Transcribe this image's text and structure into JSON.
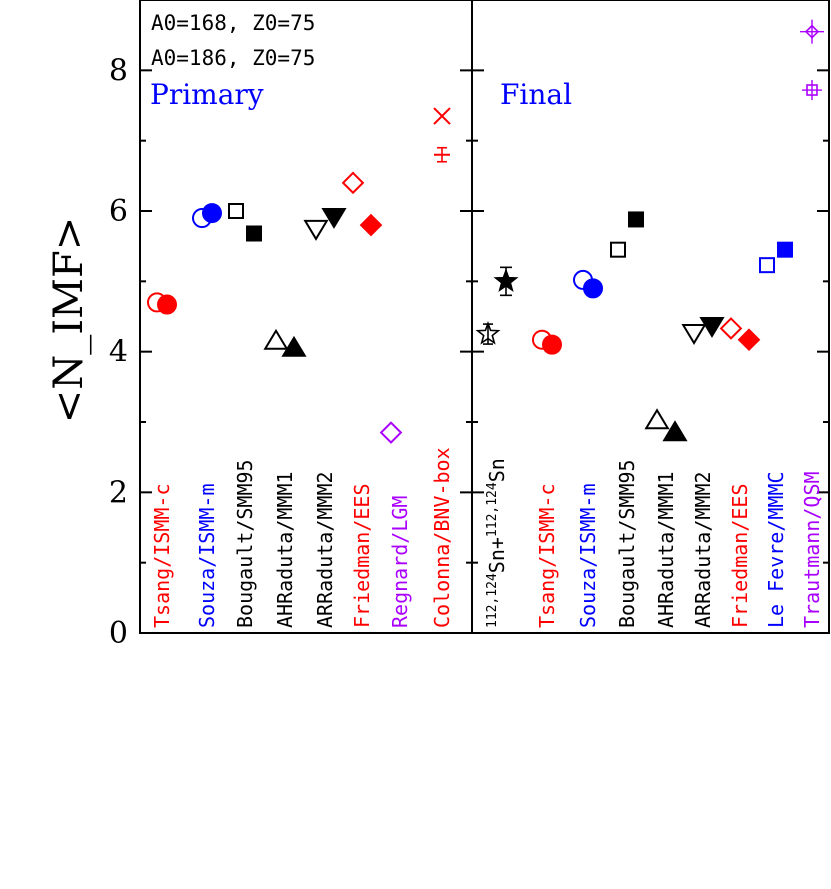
{
  "chart_data": {
    "type": "scatter",
    "ylabel": "<N_IMF>",
    "ylim": [
      0,
      9
    ],
    "yticks": [
      0,
      2,
      4,
      6,
      8
    ],
    "legend": {
      "line1": "A0=168, Z0=75",
      "line2": "A0=186, Z0=75"
    },
    "panels": [
      {
        "label": "Primary",
        "label_color": "#0000ff",
        "categories": [
          {
            "name": "Tsang/ISMM-c",
            "parts": [
              {
                "t": "Tsang/",
                "c": "#ff0000"
              },
              {
                "t": "ISMM-c",
                "c": "#ff0000"
              }
            ],
            "marker": "circle",
            "color": "#ff0000",
            "open": 4.7,
            "filled": 4.67
          },
          {
            "name": "Souza/ISMM-m",
            "parts": [
              {
                "t": "Souza/",
                "c": "#0000ff"
              },
              {
                "t": "ISMM-m",
                "c": "#0000ff"
              }
            ],
            "marker": "circle",
            "color": "#0000ff",
            "open": 5.9,
            "filled": 5.97
          },
          {
            "name": "Bougault/SMM95",
            "parts": [
              {
                "t": "Bougault/SMM95",
                "c": "#000000"
              }
            ],
            "marker": "square",
            "color": "#000000",
            "open": 6.0,
            "filled": 5.68
          },
          {
            "name": "AHRaduta/MMM1",
            "parts": [
              {
                "t": "AHRaduta/MMM1",
                "c": "#000000"
              }
            ],
            "marker": "triangle-up",
            "color": "#000000",
            "open": 4.15,
            "filled": 4.05
          },
          {
            "name": "ARRaduta/MMM2",
            "parts": [
              {
                "t": "ARRaduta/MMM2",
                "c": "#000000"
              }
            ],
            "marker": "triangle-down",
            "color": "#000000",
            "open": 5.75,
            "filled": 5.92
          },
          {
            "name": "Friedman/EES",
            "parts": [
              {
                "t": "Friedman/EES",
                "c": "#ff0000"
              }
            ],
            "marker": "diamond",
            "color": "#ff0000",
            "open": 6.4,
            "filled": 5.8
          },
          {
            "name": "Regnard/LGM",
            "parts": [
              {
                "t": "Regnard/LGM",
                "c": "#aa00ff"
              }
            ],
            "marker": "diamond",
            "color": "#aa00ff",
            "open": 2.85,
            "filled": null
          },
          {
            "name": "Colonna/BNV-box",
            "parts": [
              {
                "t": "Colonna/BNV-box",
                "c": "#ff0000"
              }
            ],
            "marker": "cross",
            "color": "#ff0000",
            "open": 6.8,
            "filled": 7.35
          }
        ]
      },
      {
        "label": "Final",
        "label_color": "#0000ff",
        "categories": [
          {
            "name": "112,124Sn+112,124Sn",
            "parts": [
              {
                "t": "Sn+Sn",
                "c": "#000000"
              }
            ],
            "marker": "star",
            "color": "#000000",
            "open": 4.25,
            "filled": 5.0
          },
          {
            "name": "Tsang/ISMM-c",
            "parts": [
              {
                "t": "Tsang/ISMM-c",
                "c": "#ff0000"
              }
            ],
            "marker": "circle",
            "color": "#ff0000",
            "open": 4.17,
            "filled": 4.1
          },
          {
            "name": "Souza/ISMM-m",
            "parts": [
              {
                "t": "Souza/ISMM-m",
                "c": "#0000ff"
              }
            ],
            "marker": "circle",
            "color": "#0000ff",
            "open": 5.02,
            "filled": 4.9
          },
          {
            "name": "Bougault/SMM95",
            "parts": [
              {
                "t": "Bougault/SMM95",
                "c": "#000000"
              }
            ],
            "marker": "square",
            "color": "#000000",
            "open": 5.45,
            "filled": 5.88
          },
          {
            "name": "AHRaduta/MMM1",
            "parts": [
              {
                "t": "AHRaduta/MMM1",
                "c": "#000000"
              }
            ],
            "marker": "triangle-up",
            "color": "#000000",
            "open": 3.02,
            "filled": 2.85
          },
          {
            "name": "ARRaduta/MMM2",
            "parts": [
              {
                "t": "ARRaduta/MMM2",
                "c": "#000000"
              }
            ],
            "marker": "triangle-down",
            "color": "#000000",
            "open": 4.27,
            "filled": 4.37
          },
          {
            "name": "Friedman/EES",
            "parts": [
              {
                "t": "Friedman/EES",
                "c": "#ff0000"
              }
            ],
            "marker": "diamond",
            "color": "#ff0000",
            "open": 4.33,
            "filled": 4.17
          },
          {
            "name": "Le Fevre/MMMC",
            "parts": [
              {
                "t": "Le Fevre/MMMC",
                "c": "#0000ff"
              }
            ],
            "marker": "square",
            "color": "#0000ff",
            "open": 5.23,
            "filled": 5.45
          },
          {
            "name": "Trautmann/QSM",
            "parts": [
              {
                "t": "Trautmann/QSM",
                "c": "#aa00ff"
              }
            ],
            "marker": "cross",
            "color": "#aa00ff",
            "open": 8.55,
            "filled": 7.72
          }
        ]
      }
    ],
    "grid": false
  }
}
